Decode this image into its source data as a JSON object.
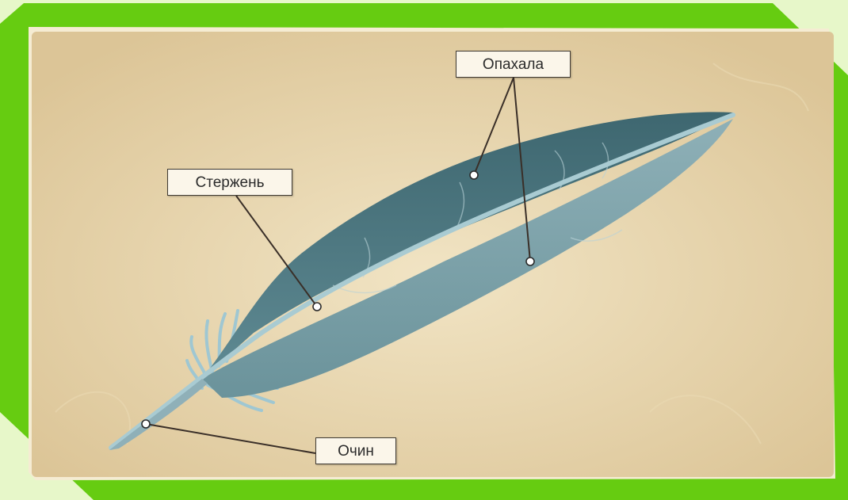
{
  "labels": {
    "vane": "Опахала",
    "shaft": "Стержень",
    "quill": "Очин"
  },
  "colors": {
    "frame_green": "#66cc11",
    "page_background": "#e7f7c9",
    "panel": "#e6d3ab",
    "feather_dark": "#456f78",
    "feather_light": "#8fb0b8",
    "shaft": "#a9cbd2",
    "callout_line": "#3a2f28"
  }
}
